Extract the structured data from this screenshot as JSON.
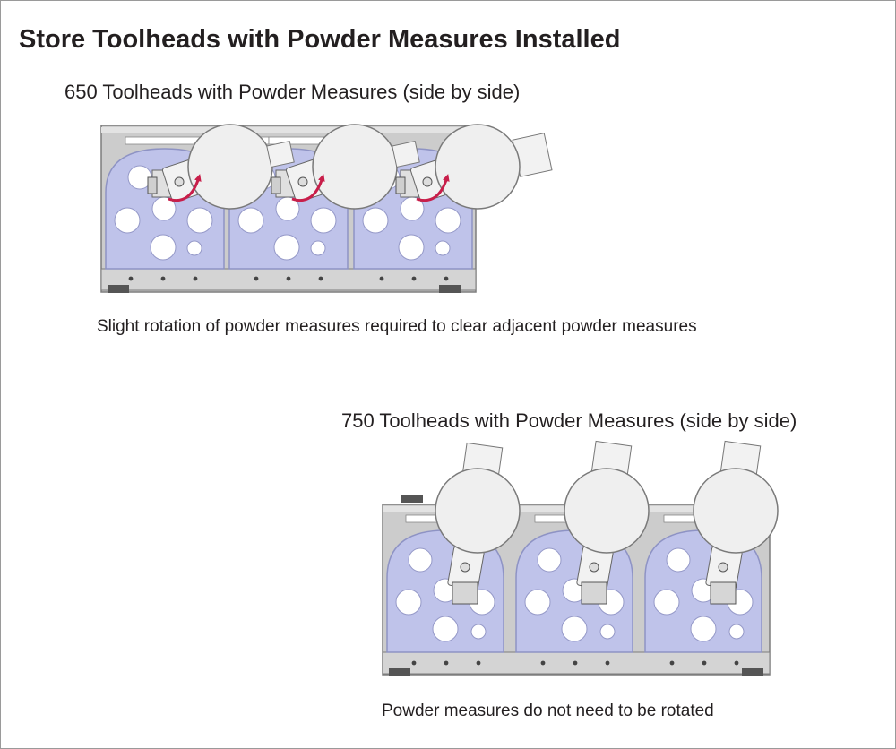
{
  "title": "Store Toolheads with Powder Measures Installed",
  "section_650": {
    "subtitle": "650 Toolheads with Powder Measures (side by side)",
    "caption": "Slight rotation of powder measures required to clear adjacent powder measures"
  },
  "section_750": {
    "subtitle": "750 Toolheads with Powder Measures  (side by side)",
    "caption": "Powder measures do not need to be rotated"
  },
  "colors": {
    "tray_steel": "#c9c9c9",
    "tray_edge": "#7d7d7d",
    "toolhead_fill": "#bfc3ea",
    "toolhead_edge": "#8e93c4",
    "measure_fill": "#efefef",
    "measure_edge": "#7a7a7a",
    "rotation_arrow": "#c81e4a"
  }
}
